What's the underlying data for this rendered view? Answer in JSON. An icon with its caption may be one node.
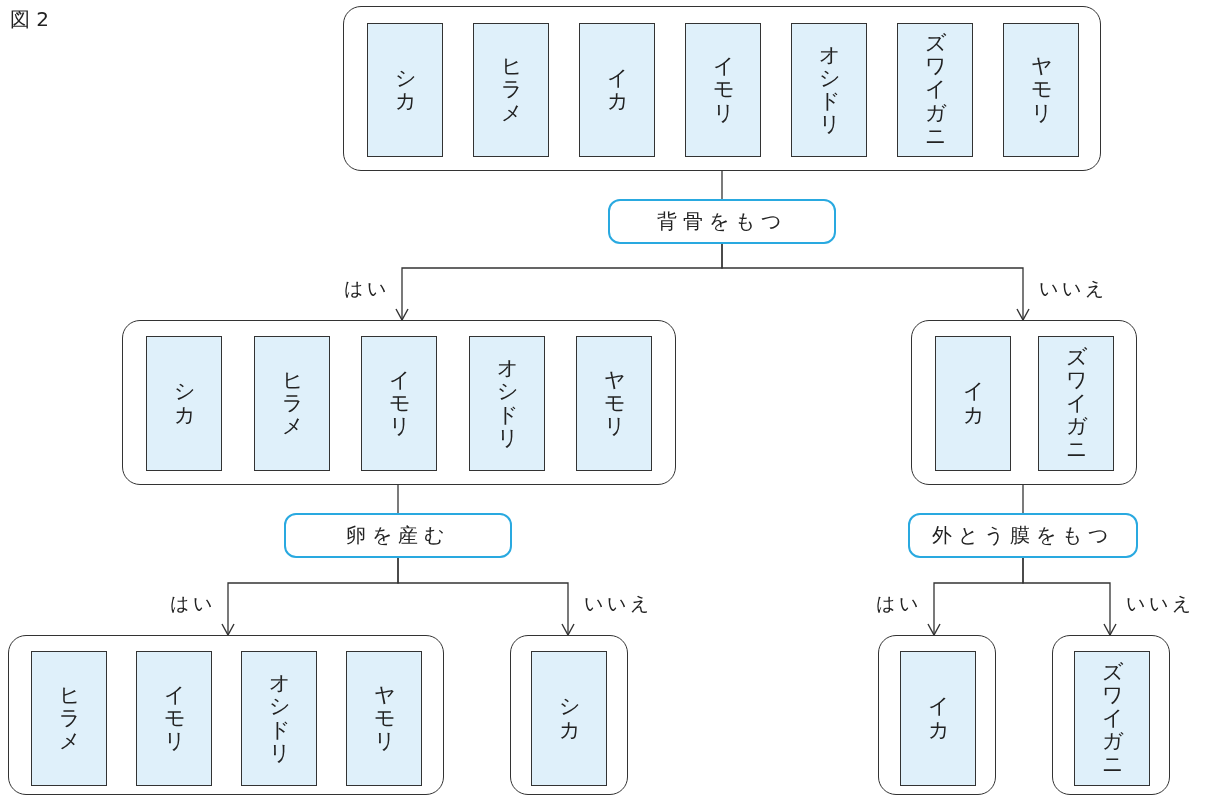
{
  "diagram": {
    "title": "図 2",
    "nodes": [
      {
        "text": [],
        "shape": "box"
      },
      {
        "text": [
          "シカ"
        ],
        "in": 0
      },
      {
        "text": [
          "ヒラメ"
        ],
        "in": 0
      },
      {
        "text": [
          "イカ"
        ],
        "in": 0
      },
      {
        "text": [
          "イモリ"
        ],
        "in": 0
      },
      {
        "text": [
          "オシドリ"
        ],
        "in": 0
      },
      {
        "text": [
          "ズワイガニ"
        ],
        "in": 0
      },
      {
        "text": [
          "ヤモリ"
        ],
        "in": 0
      },
      {
        "text": [
          "背骨をもつ"
        ]
      },
      {
        "text": [],
        "shape": "box"
      },
      {
        "text": [
          "シカ"
        ],
        "in": 9
      },
      {
        "text": [
          "ヒラメ"
        ],
        "in": 9
      },
      {
        "text": [
          "イモリ"
        ],
        "in": 9
      },
      {
        "text": [
          "オシドリ"
        ],
        "in": 9
      },
      {
        "text": [
          "ヤモリ"
        ],
        "in": 9
      },
      {
        "text": [],
        "shape": "box"
      },
      {
        "text": [
          "イカ"
        ],
        "in": 15
      },
      {
        "text": [
          "ズワイガニ"
        ],
        "in": 15
      },
      {
        "text": [
          "卵を産む"
        ]
      },
      {
        "text": [
          "外とう膜をもつ"
        ]
      },
      {
        "text": [],
        "shape": "box"
      },
      {
        "text": [
          "ヒラメ"
        ],
        "in": 20
      },
      {
        "text": [
          "イモリ"
        ],
        "in": 20
      },
      {
        "text": [
          "オシドリ"
        ],
        "in": 20
      },
      {
        "text": [
          "ヤモリ"
        ],
        "in": 20
      },
      {
        "text": [],
        "shape": "box"
      },
      {
        "text": [
          "シカ"
        ],
        "in": 25
      },
      {
        "text": [],
        "shape": "box"
      },
      {
        "text": [
          "イカ"
        ],
        "in": 27
      },
      {
        "text": [],
        "shape": "box"
      },
      {
        "text": [
          "ズワイガニ"
        ],
        "in": 29
      }
    ],
    "edges": [
      {
        "from": 0,
        "to": 8,
        "arrow": "none"
      },
      {
        "from": 8,
        "to": 9,
        "arrow": "to",
        "label": "はい"
      },
      {
        "from": 8,
        "to": 15,
        "arrow": "to",
        "label": "いいえ"
      },
      {
        "from": 9,
        "to": 18,
        "arrow": "none"
      },
      {
        "from": 15,
        "to": 19,
        "arrow": "none"
      },
      {
        "from": 18,
        "to": 20,
        "arrow": "to",
        "label": "はい"
      },
      {
        "from": 18,
        "to": 25,
        "arrow": "to",
        "label": "いいえ"
      },
      {
        "from": 19,
        "to": 27,
        "arrow": "to",
        "label": "はい"
      },
      {
        "from": 19,
        "to": 29,
        "arrow": "to",
        "label": "いいえ"
      }
    ]
  }
}
